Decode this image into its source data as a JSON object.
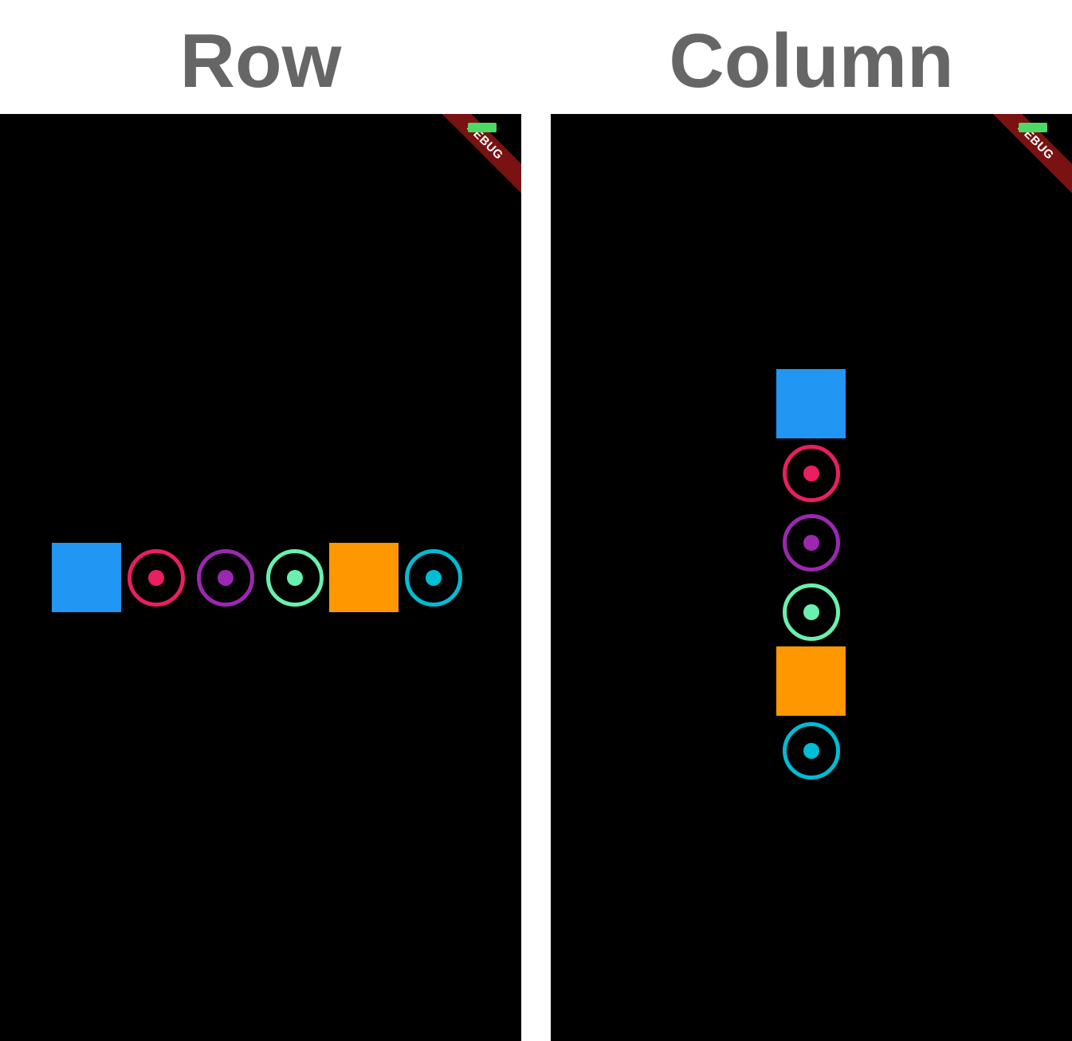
{
  "titles": {
    "row": "Row",
    "column": "Column"
  },
  "debug_banner": {
    "label": "DEBUG",
    "ribbon_color": "#7a1212",
    "battery_color": "#4cd964"
  },
  "colors": {
    "blue": "#2196f3",
    "pink": "#e91e63",
    "purple": "#9c27b0",
    "green": "#69f0ae",
    "orange": "#ff9800",
    "cyan": "#00bcd4",
    "background": "#000000",
    "title_text": "#666666"
  },
  "items": [
    {
      "kind": "square",
      "color": "blue",
      "icon": "blue-square"
    },
    {
      "kind": "ring",
      "color": "pink",
      "icon": "radio-button-icon"
    },
    {
      "kind": "ring",
      "color": "purple",
      "icon": "radio-button-icon"
    },
    {
      "kind": "ring",
      "color": "green",
      "icon": "radio-button-icon"
    },
    {
      "kind": "square",
      "color": "orange",
      "icon": "orange-square"
    },
    {
      "kind": "ring",
      "color": "cyan",
      "icon": "radio-button-icon"
    }
  ]
}
